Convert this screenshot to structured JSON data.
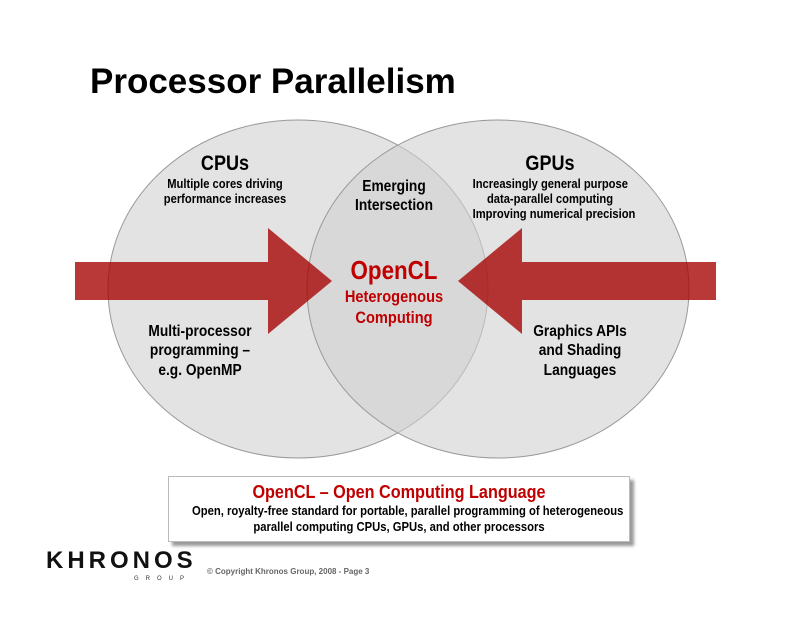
{
  "slide_title": "Processor Parallelism",
  "cpu": {
    "heading": "CPUs",
    "desc": [
      "Multiple cores driving",
      "performance increases"
    ],
    "bottom": [
      "Multi-processor",
      "programming –",
      "e.g. OpenMP"
    ]
  },
  "gpu": {
    "heading": "GPUs",
    "desc": [
      "Increasingly general purpose",
      "data-parallel computing",
      "Improving numerical precision"
    ],
    "bottom": [
      "Graphics APIs",
      "and Shading",
      "Languages"
    ]
  },
  "intersection": {
    "label": [
      "Emerging",
      "Intersection"
    ],
    "main": "OpenCL",
    "sub": [
      "Heterogenous",
      "Computing"
    ]
  },
  "callout": {
    "title": "OpenCL – Open Computing Language",
    "body": [
      "Open, royalty-free standard for portable, parallel programming of heterogeneous",
      "parallel computing CPUs, GPUs, and other processors"
    ]
  },
  "footer": {
    "logo": "KHRONOS",
    "logo_sub": "GROUP",
    "copyright": "© Copyright Khronos Group, 2008 - Page 3"
  },
  "colors": {
    "accent": "#c00000",
    "arrow": "#a50000",
    "circle": "#d9d9d9"
  }
}
